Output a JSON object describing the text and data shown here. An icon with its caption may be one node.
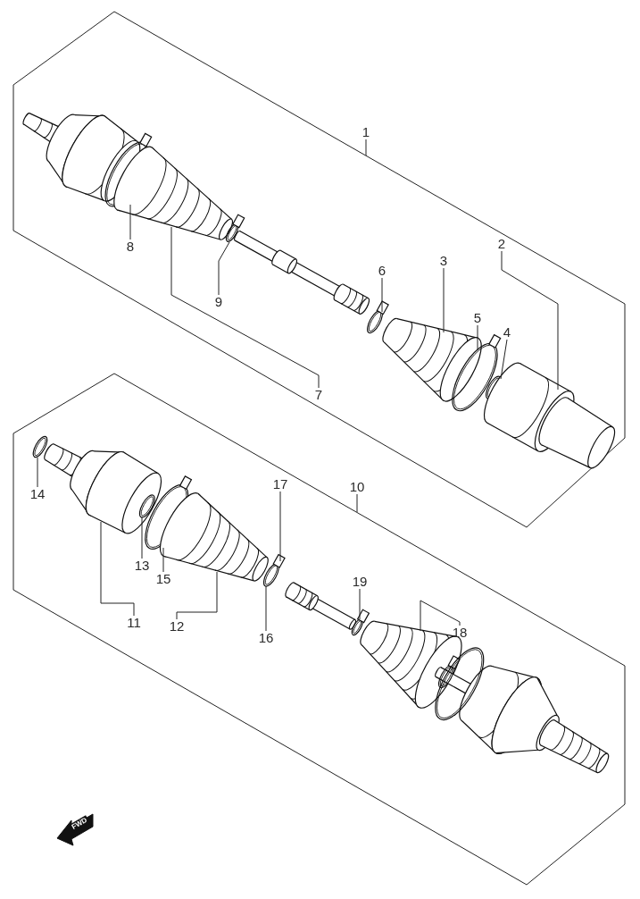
{
  "diagram": {
    "nodes": [
      {
        "text": [
          "1"
        ]
      },
      {
        "text": [
          "2"
        ]
      },
      {
        "text": [
          "3"
        ]
      },
      {
        "text": [
          "4"
        ]
      },
      {
        "text": [
          "5"
        ]
      },
      {
        "text": [
          "6"
        ]
      },
      {
        "text": [
          "7"
        ]
      },
      {
        "text": [
          "8"
        ]
      },
      {
        "text": [
          "9"
        ]
      },
      {
        "text": [
          "10"
        ]
      },
      {
        "text": [
          "11"
        ]
      },
      {
        "text": [
          "12"
        ]
      },
      {
        "text": [
          "13"
        ]
      },
      {
        "text": [
          "14"
        ]
      },
      {
        "text": [
          "15"
        ]
      },
      {
        "text": [
          "16"
        ]
      },
      {
        "text": [
          "17"
        ]
      },
      {
        "text": [
          "18"
        ]
      },
      {
        "text": [
          "19"
        ]
      },
      {
        "text": [],
        "shape": "picture"
      },
      {
        "text": [],
        "shape": "picture"
      },
      {
        "text": [],
        "shape": "picture"
      },
      {
        "text": [],
        "shape": "picture"
      },
      {
        "text": [],
        "shape": "picture"
      },
      {
        "text": [],
        "shape": "picture"
      },
      {
        "text": [],
        "shape": "picture"
      },
      {
        "text": [],
        "shape": "picture"
      },
      {
        "text": [],
        "shape": "picture"
      },
      {
        "text": [],
        "shape": "picture"
      },
      {
        "text": [],
        "shape": "picture"
      },
      {
        "text": [],
        "shape": "picture"
      },
      {
        "text": [],
        "shape": "picture"
      },
      {
        "text": [],
        "shape": "picture"
      },
      {
        "text": [],
        "shape": "picture"
      },
      {
        "text": [],
        "shape": "picture"
      },
      {
        "text": [],
        "shape": "picture"
      },
      {
        "text": [],
        "shape": "picture"
      },
      {
        "text": [],
        "shape": "picture"
      },
      {
        "text": [],
        "shape": "picture"
      },
      {
        "text": [],
        "shape": "picture"
      },
      {
        "text": [],
        "shape": "picture"
      }
    ],
    "edges": [
      {
        "from": 0,
        "to": null,
        "arrow": "none"
      },
      {
        "from": 1,
        "to": 28,
        "arrow": "none"
      },
      {
        "from": 2,
        "to": 25,
        "arrow": "none"
      },
      {
        "from": 3,
        "to": 27,
        "arrow": "none"
      },
      {
        "from": 4,
        "to": 26,
        "arrow": "none"
      },
      {
        "from": 5,
        "to": 24,
        "arrow": "none"
      },
      {
        "from": 6,
        "to": 21,
        "arrow": "none"
      },
      {
        "from": 7,
        "to": 20,
        "arrow": "none"
      },
      {
        "from": 8,
        "to": 22,
        "arrow": "none"
      },
      {
        "from": 9,
        "to": null,
        "arrow": "none"
      },
      {
        "from": 10,
        "to": 30,
        "arrow": "none"
      },
      {
        "from": 11,
        "to": 33,
        "arrow": "none"
      },
      {
        "from": 12,
        "to": 31,
        "arrow": "none"
      },
      {
        "from": 13,
        "to": 29,
        "arrow": "none"
      },
      {
        "from": 14,
        "to": 32,
        "arrow": "none"
      },
      {
        "from": 15,
        "to": 34,
        "arrow": "none"
      },
      {
        "from": 16,
        "to": 34,
        "arrow": "none"
      },
      {
        "from": 17,
        "to": 37,
        "arrow": "none"
      },
      {
        "from": 18,
        "to": 36,
        "arrow": "none"
      }
    ],
    "labels": [
      "FWD"
    ]
  }
}
